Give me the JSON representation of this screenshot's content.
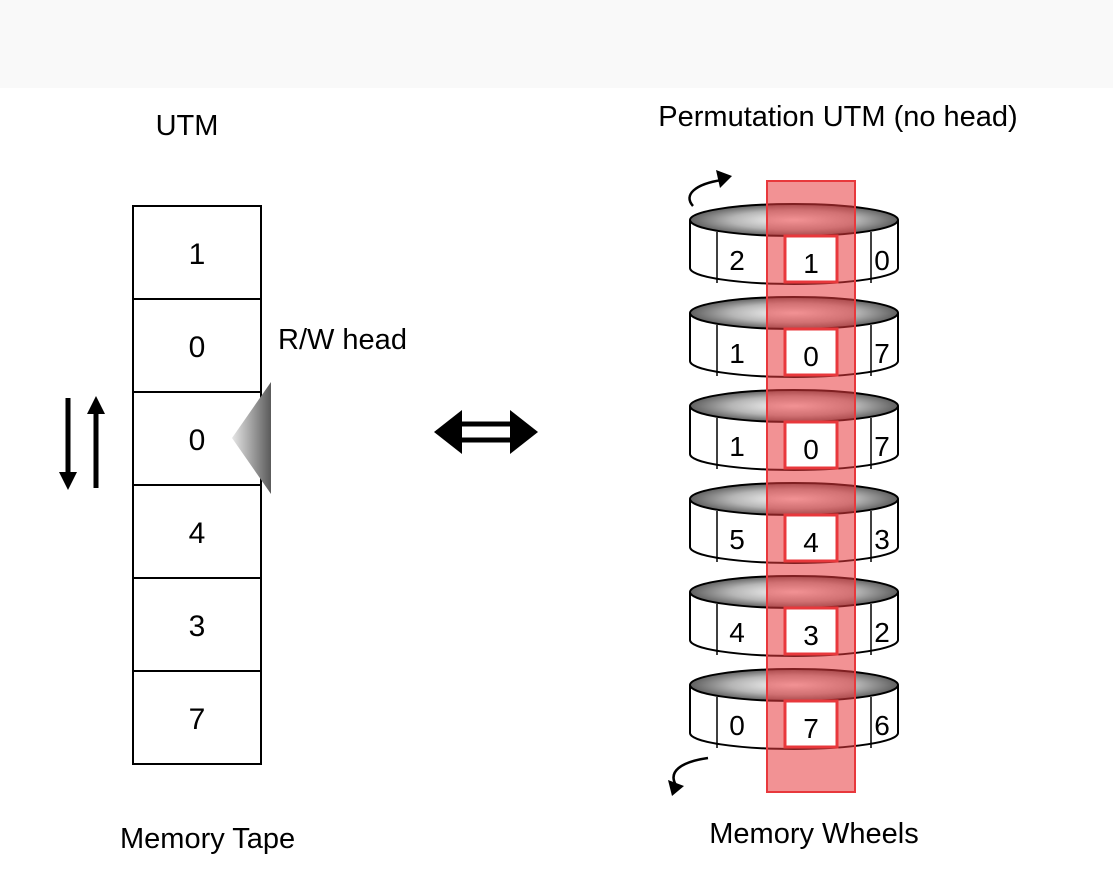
{
  "left": {
    "title": "UTM",
    "tape_cells": [
      "1",
      "0",
      "0",
      "4",
      "3",
      "7"
    ],
    "head_label": "R/W head",
    "caption": "Memory Tape"
  },
  "equivalence_symbol": "⇔",
  "right": {
    "title": "Permutation UTM (no head)",
    "wheels": [
      {
        "left": "2",
        "center": "1",
        "right": "0"
      },
      {
        "left": "1",
        "center": "0",
        "right": "7"
      },
      {
        "left": "1",
        "center": "0",
        "right": "7"
      },
      {
        "left": "5",
        "center": "4",
        "right": "3"
      },
      {
        "left": "4",
        "center": "3",
        "right": "2"
      },
      {
        "left": "0",
        "center": "7",
        "right": "6"
      }
    ],
    "caption": "Memory Wheels",
    "highlight_color": "#e8383c"
  }
}
